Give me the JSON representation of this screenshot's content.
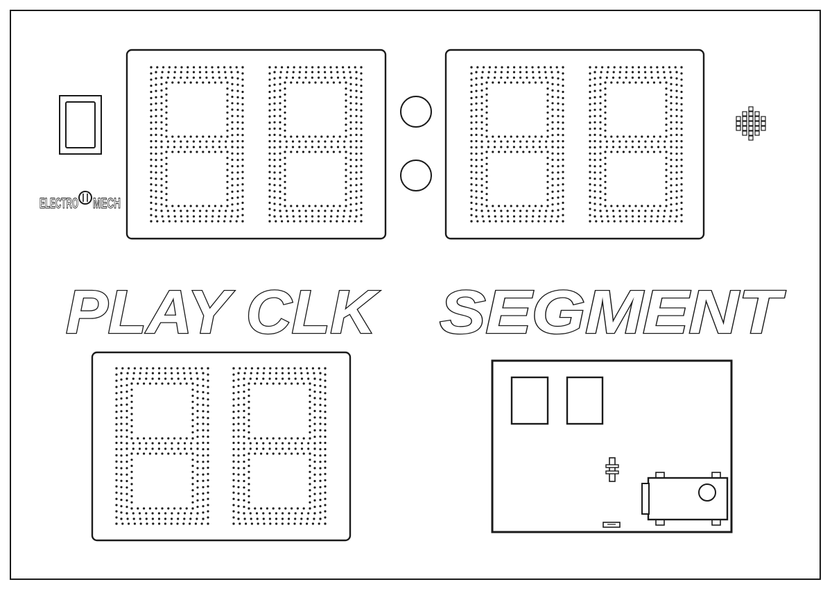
{
  "brand": {
    "left_part": "ELECTRO",
    "right_part": "MECH"
  },
  "labels": {
    "play_clock": "PLAY CLK",
    "segment": "SEGMENT"
  },
  "colors": {
    "line": "#1a1a1a",
    "background": "#ffffff",
    "dot": "#1a1a1a"
  },
  "icons": {
    "power_switch": "rocker-switch-icon",
    "horn_speaker": "speaker-grille-icon",
    "colon_dots": "colon-indicator-icon",
    "logo_emblem": "electromech-logo-icon"
  },
  "displays": {
    "top_left": {
      "digits": 2
    },
    "top_right": {
      "digits": 2
    },
    "play_clock": {
      "digits": 2
    }
  }
}
